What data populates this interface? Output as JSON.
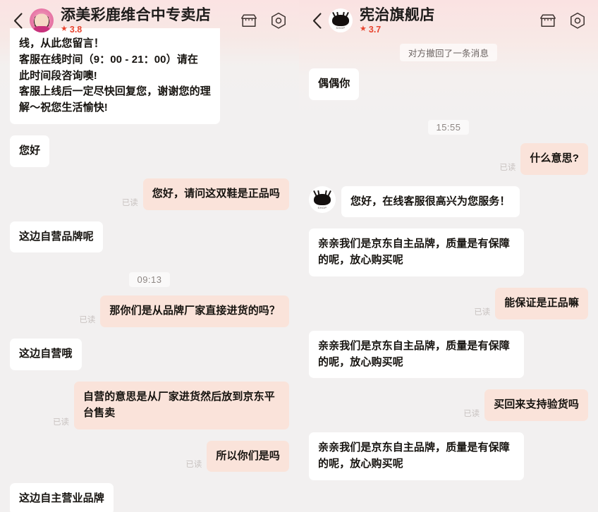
{
  "panels": [
    {
      "id": "left-chat",
      "header": {
        "back_icon": "chevron-left-icon",
        "avatar_icon": "customer-service-avatar",
        "shop_name": "添美彩鹿维合中专卖店",
        "star_icon": "star-icon",
        "rating": "3.8",
        "store_icon": "storefront-icon",
        "more_icon": "hexagon-settings-icon"
      },
      "messages": [
        {
          "kind": "bubble",
          "side": "in",
          "clipped": true,
          "avatar": false,
          "read": "",
          "text": "线，从此您留言！\n客服在线时间（9：00 - 21：00）请在\n此时间段咨询噢!\n客服上线后一定尽快回复您，谢谢您的理\n解～祝您生活愉快!"
        },
        {
          "kind": "bubble",
          "side": "in",
          "clipped": false,
          "avatar": false,
          "read": "",
          "text": "您好"
        },
        {
          "kind": "bubble",
          "side": "out",
          "clipped": false,
          "avatar": false,
          "read": "已读",
          "text": "您好，请问这双鞋是正品吗"
        },
        {
          "kind": "bubble",
          "side": "in",
          "clipped": false,
          "avatar": false,
          "read": "",
          "text": "这边自营品牌呢"
        },
        {
          "kind": "time",
          "text": "09:13"
        },
        {
          "kind": "bubble",
          "side": "out",
          "clipped": false,
          "avatar": false,
          "read": "已读",
          "text": "那你们是从品牌厂家直接进货的吗？"
        },
        {
          "kind": "bubble",
          "side": "in",
          "clipped": false,
          "avatar": false,
          "read": "",
          "text": "这边自营哦"
        },
        {
          "kind": "bubble",
          "side": "out",
          "clipped": false,
          "avatar": false,
          "read": "已读",
          "text": "自营的意思是从厂家进货然后放到京东平台售卖"
        },
        {
          "kind": "bubble",
          "side": "out",
          "clipped": false,
          "avatar": false,
          "read": "已读",
          "text": "所以你们是吗"
        },
        {
          "kind": "bubble",
          "side": "in",
          "clipped": false,
          "avatar": false,
          "read": "",
          "text": "这边自主营业品牌"
        }
      ]
    },
    {
      "id": "right-chat",
      "header": {
        "back_icon": "chevron-left-icon",
        "avatar_icon": "shop-logo-avatar",
        "shop_name": "宪治旗舰店",
        "star_icon": "star-icon",
        "rating": "3.7",
        "store_icon": "storefront-icon",
        "more_icon": "hexagon-settings-icon"
      },
      "messages": [
        {
          "kind": "system",
          "text": "对方撤回了一条消息"
        },
        {
          "kind": "bubble",
          "side": "in",
          "clipped": false,
          "avatar": false,
          "read": "",
          "text": "偶偶你"
        },
        {
          "kind": "time",
          "text": "15:55"
        },
        {
          "kind": "bubble",
          "side": "out",
          "clipped": false,
          "avatar": false,
          "read": "已读",
          "text": "什么意思?"
        },
        {
          "kind": "bubble",
          "side": "in",
          "clipped": false,
          "avatar": true,
          "read": "",
          "text": "您好，在线客服很高兴为您服务！"
        },
        {
          "kind": "bubble",
          "side": "in",
          "clipped": false,
          "avatar": false,
          "read": "",
          "text": "亲亲我们是京东自主品牌，质量是有保障的呢，放心购买呢"
        },
        {
          "kind": "bubble",
          "side": "out",
          "clipped": false,
          "avatar": false,
          "read": "已读",
          "text": "能保证是正品嘛"
        },
        {
          "kind": "bubble",
          "side": "in",
          "clipped": false,
          "avatar": false,
          "read": "",
          "text": "亲亲我们是京东自主品牌，质量是有保障的呢，放心购买呢"
        },
        {
          "kind": "bubble",
          "side": "out",
          "clipped": false,
          "avatar": false,
          "read": "已读",
          "text": "买回来支持验货吗"
        },
        {
          "kind": "bubble",
          "side": "in",
          "clipped": false,
          "avatar": false,
          "read": "",
          "text": "亲亲我们是京东自主品牌，质量是有保障的呢，放心购买呢"
        }
      ]
    }
  ],
  "colors": {
    "header_gradient_top": "#fbe3e3",
    "chat_background": "#f2f0f0",
    "incoming_bubble": "#ffffff",
    "outgoing_bubble": "#fae3da",
    "rating_accent": "#e8442f",
    "text_primary": "#16130f",
    "read_mark": "#c9c3c1"
  }
}
